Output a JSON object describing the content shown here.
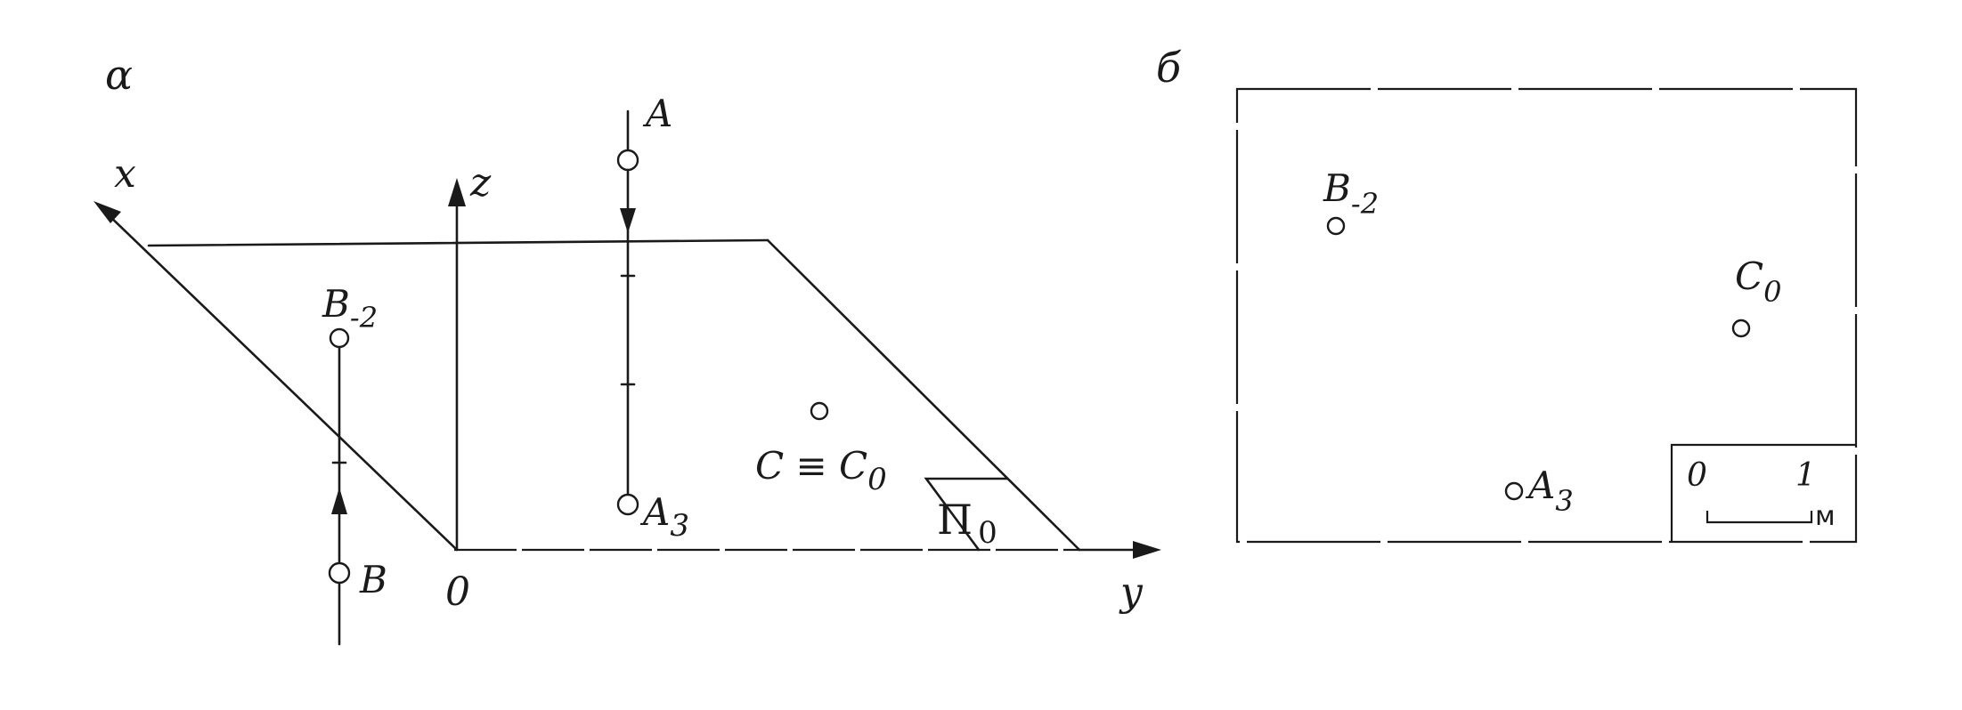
{
  "panel_a": {
    "label": "α",
    "axes": {
      "x": "x",
      "y": "y",
      "z": "z",
      "origin": "0"
    },
    "points": {
      "A": {
        "name": "A"
      },
      "A3": {
        "name": "A",
        "sub": "3"
      },
      "B": {
        "name": "B"
      },
      "B_2": {
        "name": "B",
        "sub": "-2"
      },
      "C": {
        "name": "C ≡ C",
        "sub": "0"
      }
    },
    "plane_label": {
      "name": "П",
      "sub": "0"
    }
  },
  "panel_b": {
    "label": "б",
    "points": {
      "B_2": {
        "name": "B",
        "sub": "-2"
      },
      "C0": {
        "name": "C",
        "sub": "0"
      },
      "A3": {
        "name": "A",
        "sub": "3"
      }
    },
    "scale_bar": {
      "start": "0",
      "end": "1",
      "unit": "м"
    }
  }
}
